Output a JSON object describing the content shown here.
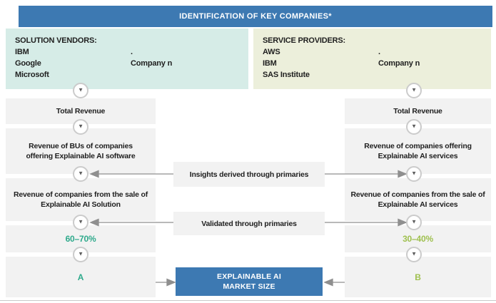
{
  "banner": {
    "title": "IDENTIFICATION OF KEY COMPANIES*"
  },
  "panels": {
    "solution_vendors": {
      "title": "SOLUTION VENDORS:",
      "companies": [
        "IBM",
        "Google",
        "Microsoft"
      ],
      "others": [
        ".",
        "Company n"
      ]
    },
    "service_providers": {
      "title": "SERVICE PROVIDERS:",
      "companies": [
        "AWS",
        "IBM",
        "SAS Institute"
      ],
      "others": [
        ".",
        "Company n"
      ]
    }
  },
  "left_flow": {
    "steps": [
      "Total Revenue",
      "Revenue of BUs of companies offering Explainable AI software",
      "Revenue of companies from the sale of Explainable AI Solution",
      "60–70%",
      "A"
    ]
  },
  "right_flow": {
    "steps": [
      "Total Revenue",
      "Revenue of companies offering Explainable AI services",
      "Revenue of companies from the sale of Explainable AI services",
      "30–40%",
      "B"
    ]
  },
  "middle": {
    "insights": "Insights derived through primaries",
    "validated": "Validated through primaries",
    "market_size_line1": "EXPLAINABLE AI",
    "market_size_line2": "MARKET SIZE"
  },
  "icons": {
    "down_arrow": "▼"
  },
  "colors": {
    "banner_blue": "#3d79b2",
    "panel_teal": "#d6ece7",
    "panel_beige": "#ecefdb",
    "box_gray": "#f2f2f2",
    "node_ring": "#cbcbcb",
    "accent_teal": "#2faa8c",
    "accent_olive": "#9fc04f",
    "arrow_gray": "#8f8f8f"
  }
}
